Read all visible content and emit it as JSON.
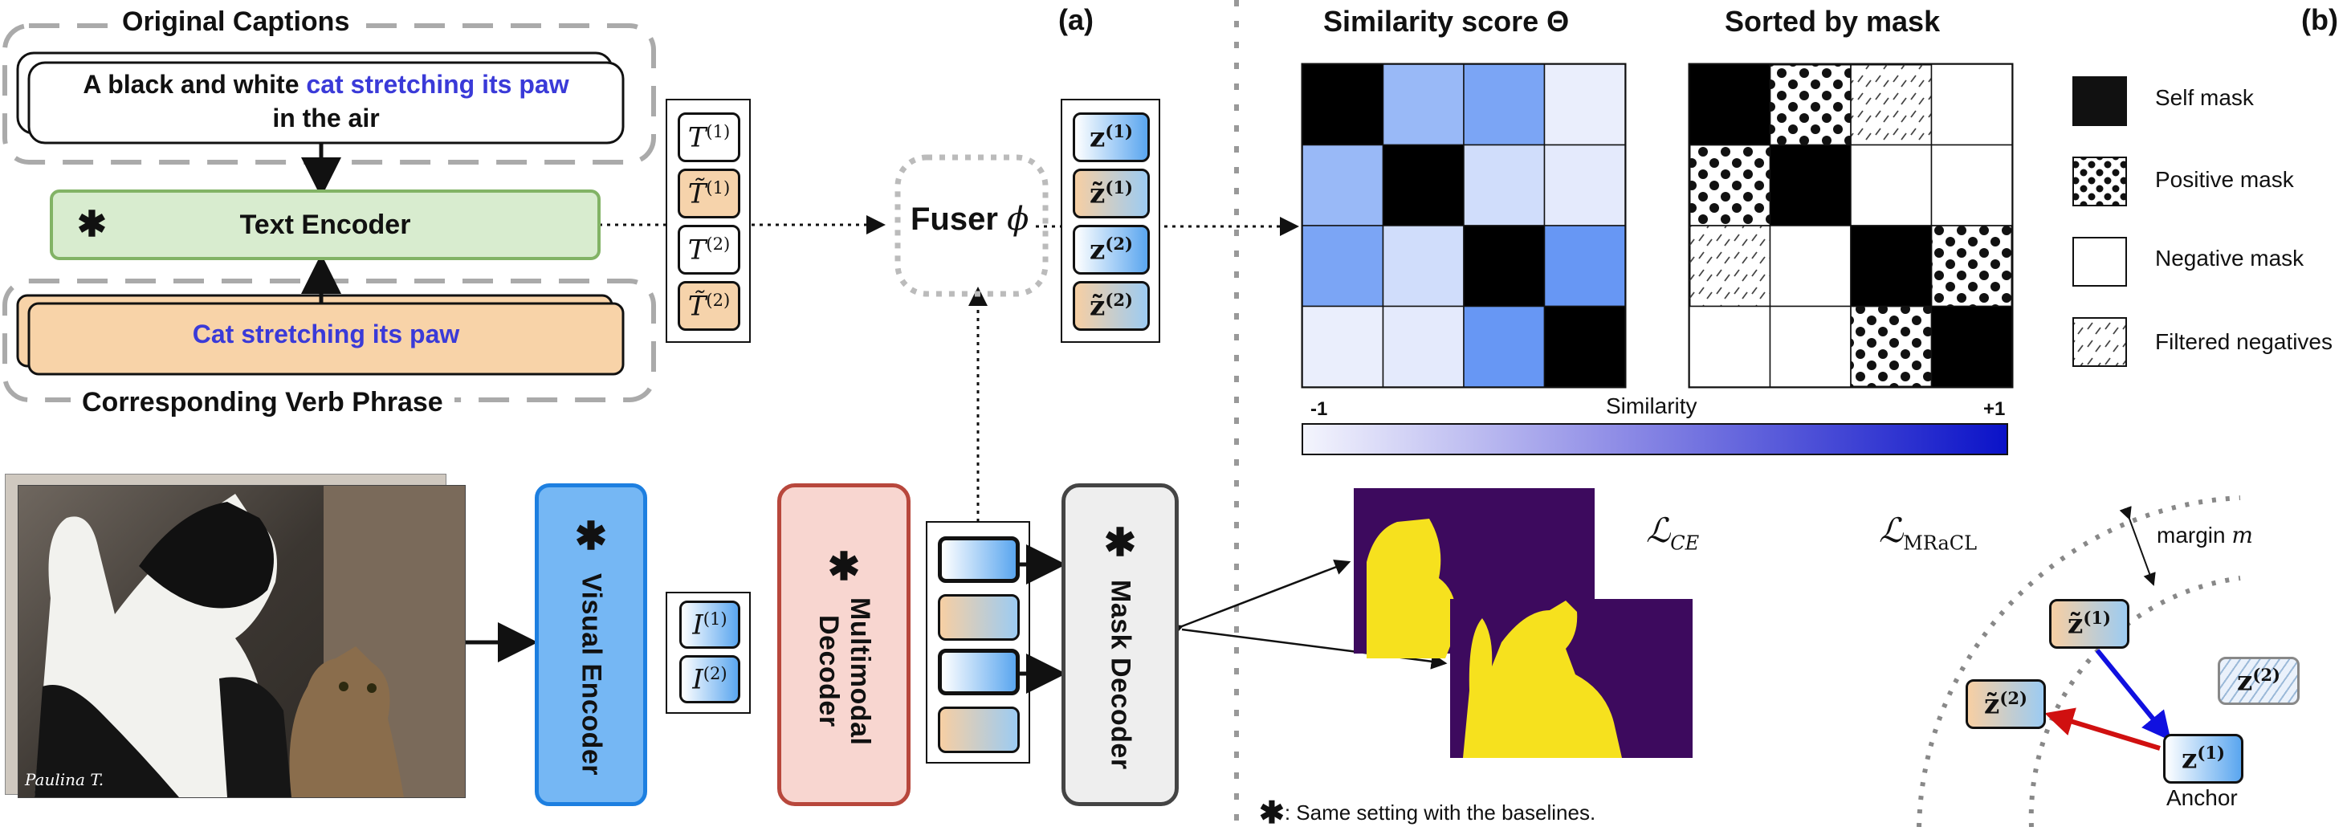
{
  "panel_a": {
    "label": "(a)",
    "original_captions_title": "Original Captions",
    "caption_prefix": "A black and white ",
    "caption_highlight": "cat stretching its paw",
    "caption_line2": "in the air",
    "text_encoder": "Text Encoder",
    "verb_phrase": "Cat stretching its paw",
    "verb_phrase_title": "Corresponding Verb Phrase",
    "fuser": "Fuser",
    "fuser_symbol": "ϕ",
    "visual_encoder": "Visual Encoder",
    "multimodal_decoder_line1": "Multimodal",
    "multimodal_decoder_line2": "Decoder",
    "mask_decoder": "Mask Decoder",
    "star": "✱",
    "text_tokens": [
      "T",
      "T̃",
      "T",
      "T̃"
    ],
    "text_token_sup": [
      "(1)",
      "(1)",
      "(2)",
      "(2)"
    ],
    "fused_tokens": [
      "z",
      "z̃",
      "z",
      "z̃"
    ],
    "image_tokens": [
      "I",
      "I"
    ],
    "image_token_sup": [
      "(1)",
      "(2)"
    ],
    "loss_ce": "ℒ",
    "loss_ce_sub": "CE",
    "footnote_star": "✱",
    "footnote": ": Same setting with the baselines.",
    "photo_watermark": "Paulina T."
  },
  "panel_b": {
    "label": "(b)",
    "similarity_title": "Similarity score Θ",
    "sorted_title": "Sorted by mask",
    "legend": {
      "self": "Self mask",
      "positive": "Positive mask",
      "negative": "Negative mask",
      "filtered": "Filtered negatives"
    },
    "colorbar": {
      "min_label": "-1",
      "max_label": "+1",
      "title": "Similarity",
      "color_low": "#f4f5fd",
      "color_high": "#0a12c8"
    },
    "similarity_matrix": [
      [
        1.0,
        0.45,
        0.6,
        0.05
      ],
      [
        0.45,
        1.0,
        0.18,
        0.08
      ],
      [
        0.6,
        0.18,
        1.0,
        0.7
      ],
      [
        0.05,
        0.08,
        0.7,
        1.0
      ]
    ],
    "mask_matrix": [
      [
        "self",
        "positive",
        "filtered",
        "negative"
      ],
      [
        "positive",
        "self",
        "negative",
        "negative"
      ],
      [
        "filtered",
        "negative",
        "self",
        "positive"
      ],
      [
        "negative",
        "negative",
        "positive",
        "self"
      ]
    ],
    "loss_mracl": "ℒ",
    "loss_mracl_sub": "MRaCL",
    "margin_label": "margin",
    "margin_symbol": "m",
    "anchor_label": "Anchor",
    "vector_tokens": [
      "z̃",
      "z̃",
      "z",
      "z"
    ],
    "vector_token_sup": [
      "(1)",
      "(2)",
      "(1)",
      "(2)"
    ]
  },
  "colors": {
    "text_encoder_fill": "#d8eccf",
    "text_encoder_border": "#82b366",
    "verb_fill": "#f8d3a8",
    "caption_blue": "#3a3ad8",
    "visual_encoder_fill": "#75b7f4",
    "visual_encoder_border": "#1d7fe0",
    "multimodal_fill": "#f8d6d0",
    "multimodal_border": "#b8473c",
    "mask_decoder_fill": "#eeeeee",
    "mask_decoder_border": "#444444",
    "seg_bg": "#3d0a5e",
    "seg_fg": "#f6e11e",
    "arrow_blue": "#1010e0",
    "arrow_red": "#d01010"
  }
}
